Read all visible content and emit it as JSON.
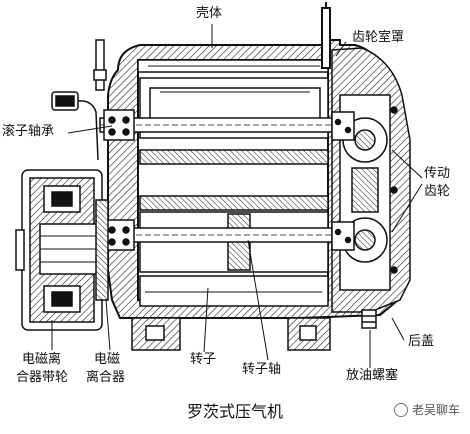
{
  "labels": {
    "shell": "壳体",
    "gear_cover": "齿轮室罩",
    "roller_bearing": "滚子轴承",
    "drive_gear_line1": "传动",
    "drive_gear_line2": "齿轮",
    "clutch_pulley_line1": "电磁离",
    "clutch_pulley_line2": "合器带轮",
    "clutch_line1": "电磁",
    "clutch_line2": "离合器",
    "rotor": "转子",
    "rotor_shaft": "转子轴",
    "rear_cover": "后盖",
    "drain_plug": "放油螺塞"
  },
  "caption": "罗茨式压气机",
  "watermark": "老吴聊车"
}
